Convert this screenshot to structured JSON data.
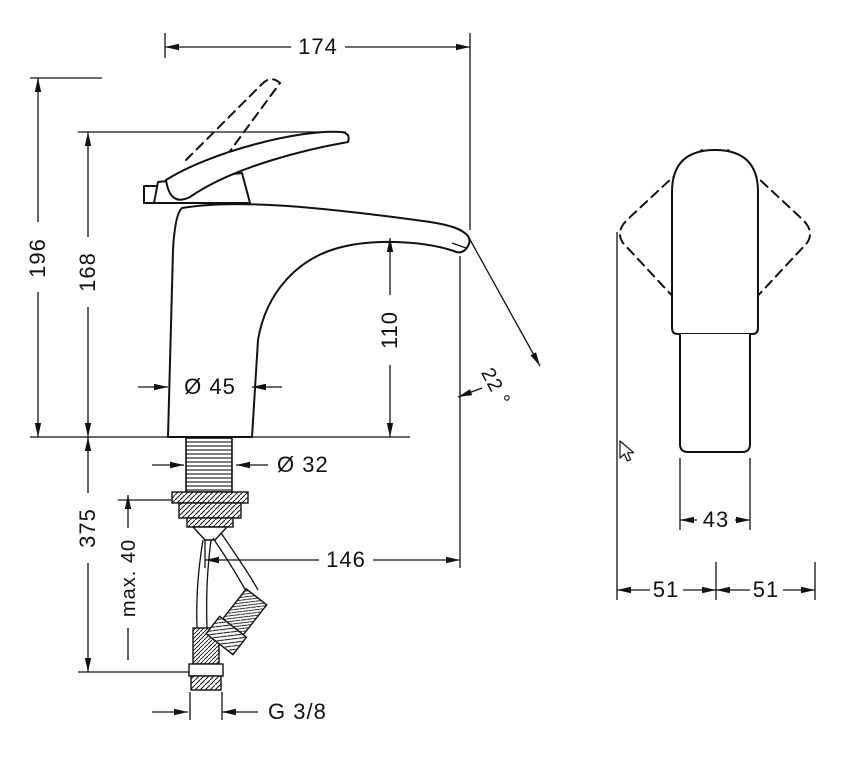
{
  "window": {
    "background": "#ffffff",
    "line_color": "#111111"
  },
  "dims": {
    "w174": "174",
    "h196": "196",
    "h168": "168",
    "h110": "110",
    "d45": "Ø 45",
    "d32": "Ø 32",
    "h375": "375",
    "max40": "max. 40",
    "w146": "146",
    "angle": "22 °",
    "thread": "G 3/8",
    "front_w43": "43",
    "front_51_left": "51",
    "front_51_right": "51"
  }
}
